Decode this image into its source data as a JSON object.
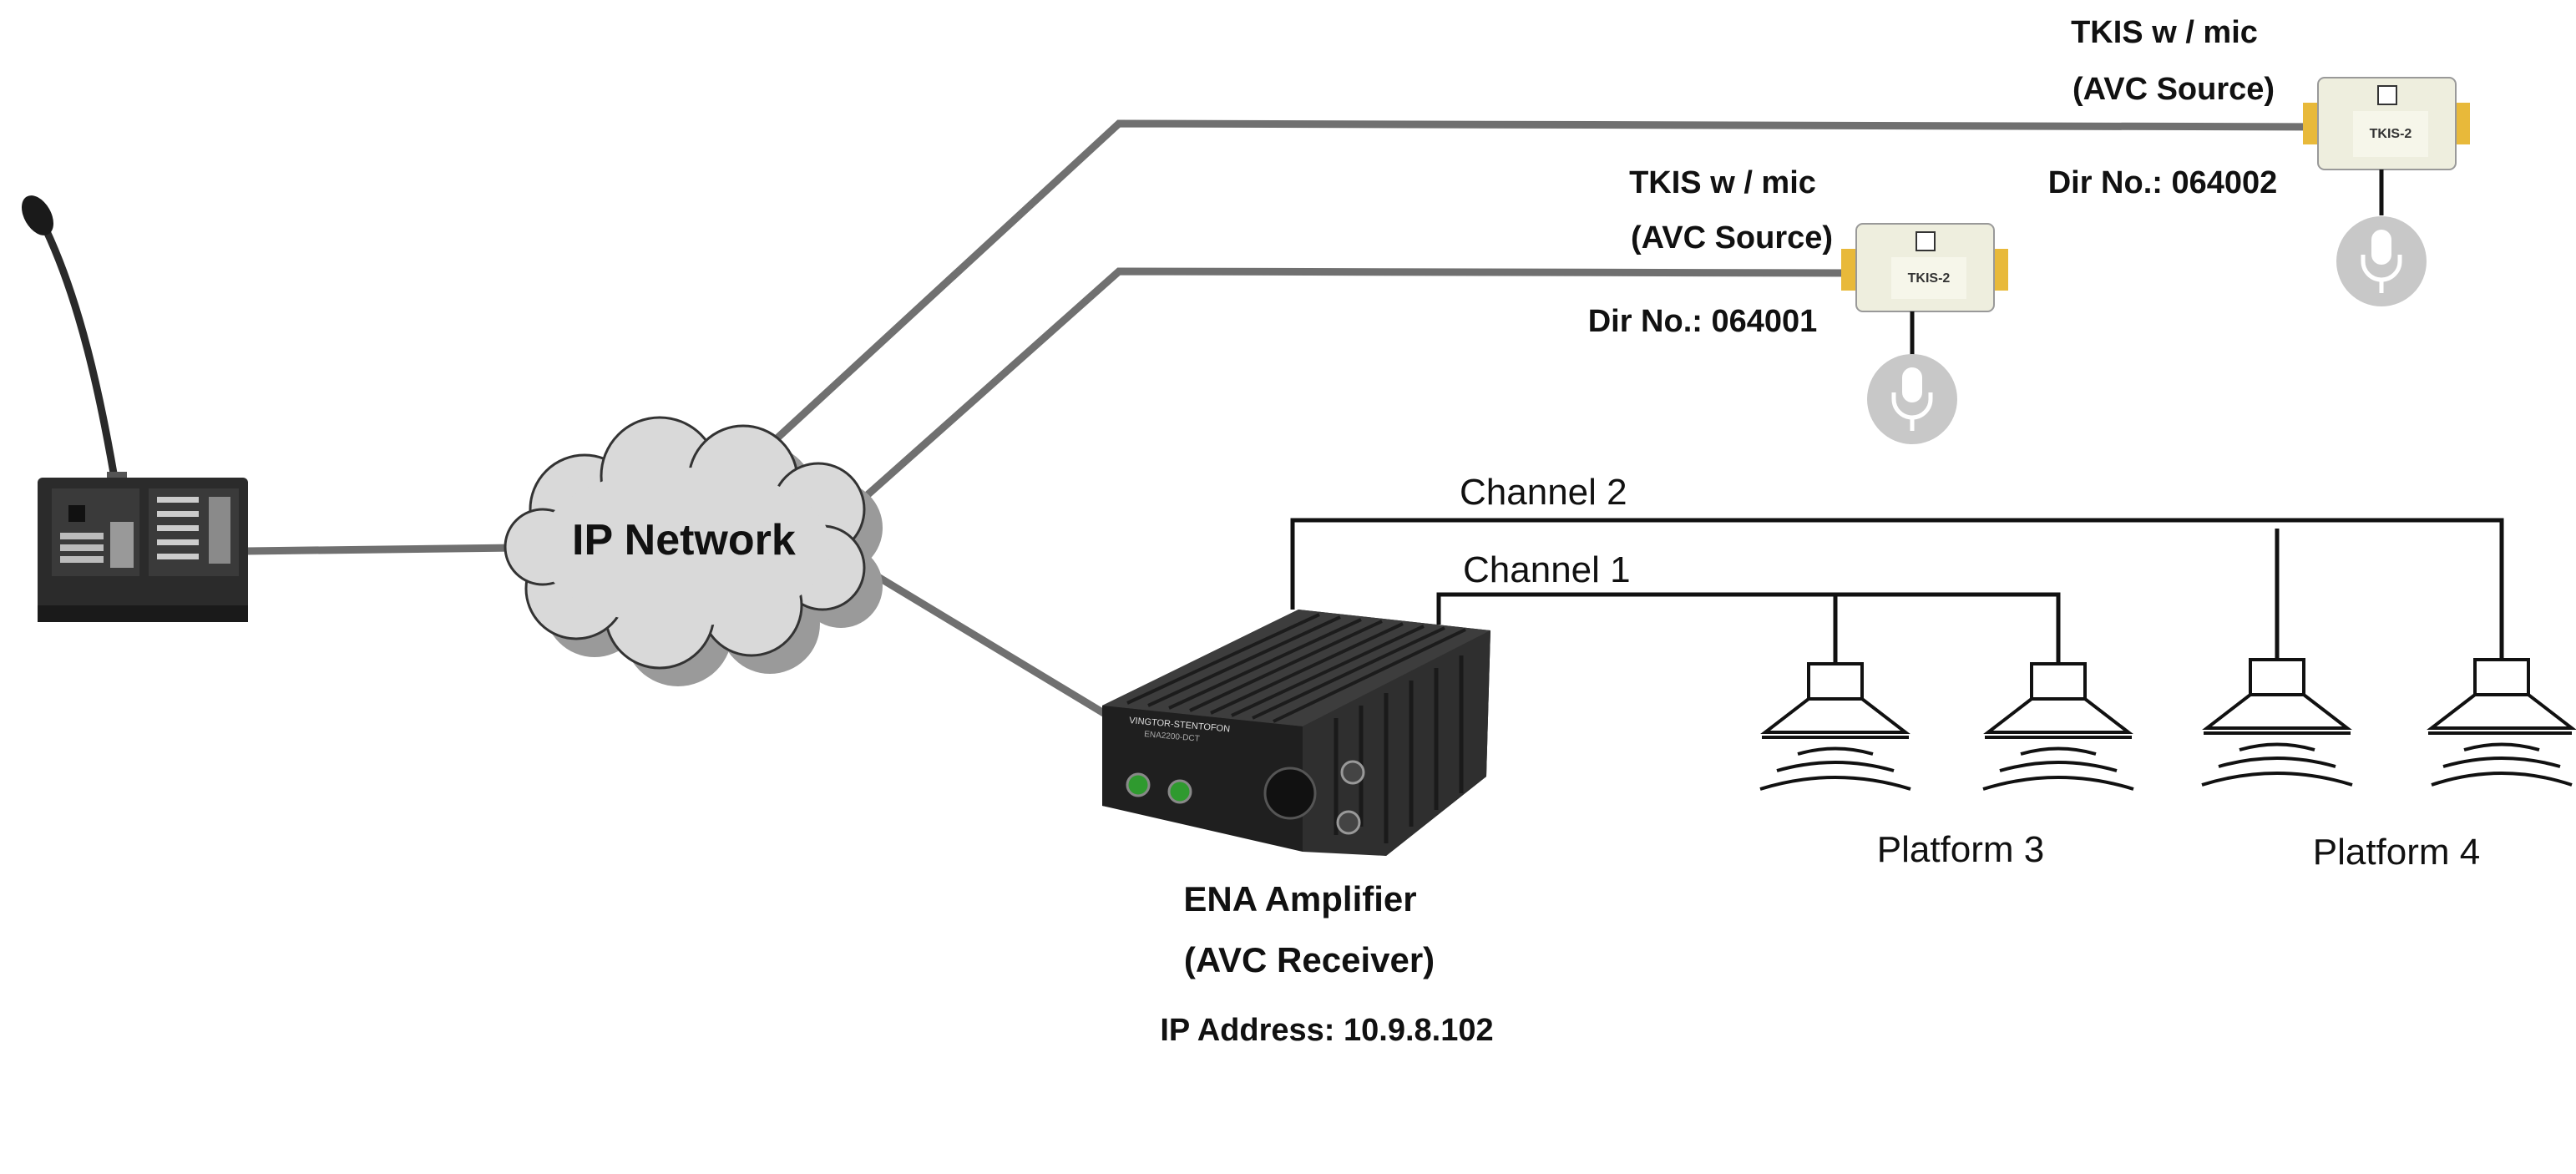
{
  "network": {
    "label": "IP Network"
  },
  "tkis_1": {
    "title": "TKIS w / mic",
    "role": "(AVC Source)",
    "dir_no": "Dir No.: 064001",
    "device_text": "TKIS-2"
  },
  "tkis_2": {
    "title": "TKIS w / mic",
    "role": "(AVC Source)",
    "dir_no": "Dir No.: 064002",
    "device_text": "TKIS-2"
  },
  "amplifier": {
    "title": "ENA Amplifier",
    "role": "(AVC Receiver)",
    "ip": "IP Address: 10.9.8.102",
    "brand": "VINGTOR-STENTOFON",
    "model": "ENA2200-DCT"
  },
  "channels": {
    "channel_1": "Channel 1",
    "channel_2": "Channel 2"
  },
  "platforms": {
    "platform_3": "Platform 3",
    "platform_4": "Platform 4"
  },
  "colors": {
    "link": "#707070",
    "wire": "#111111",
    "cloud_fill": "#d9d9d9",
    "shadow": "#9a9a9a",
    "mic_icon": "#c8c8c8"
  },
  "icons": [
    "desk-microphone-console-icon",
    "cloud-icon",
    "tkis-module-icon",
    "microphone-icon",
    "amplifier-icon",
    "speaker-icon"
  ]
}
